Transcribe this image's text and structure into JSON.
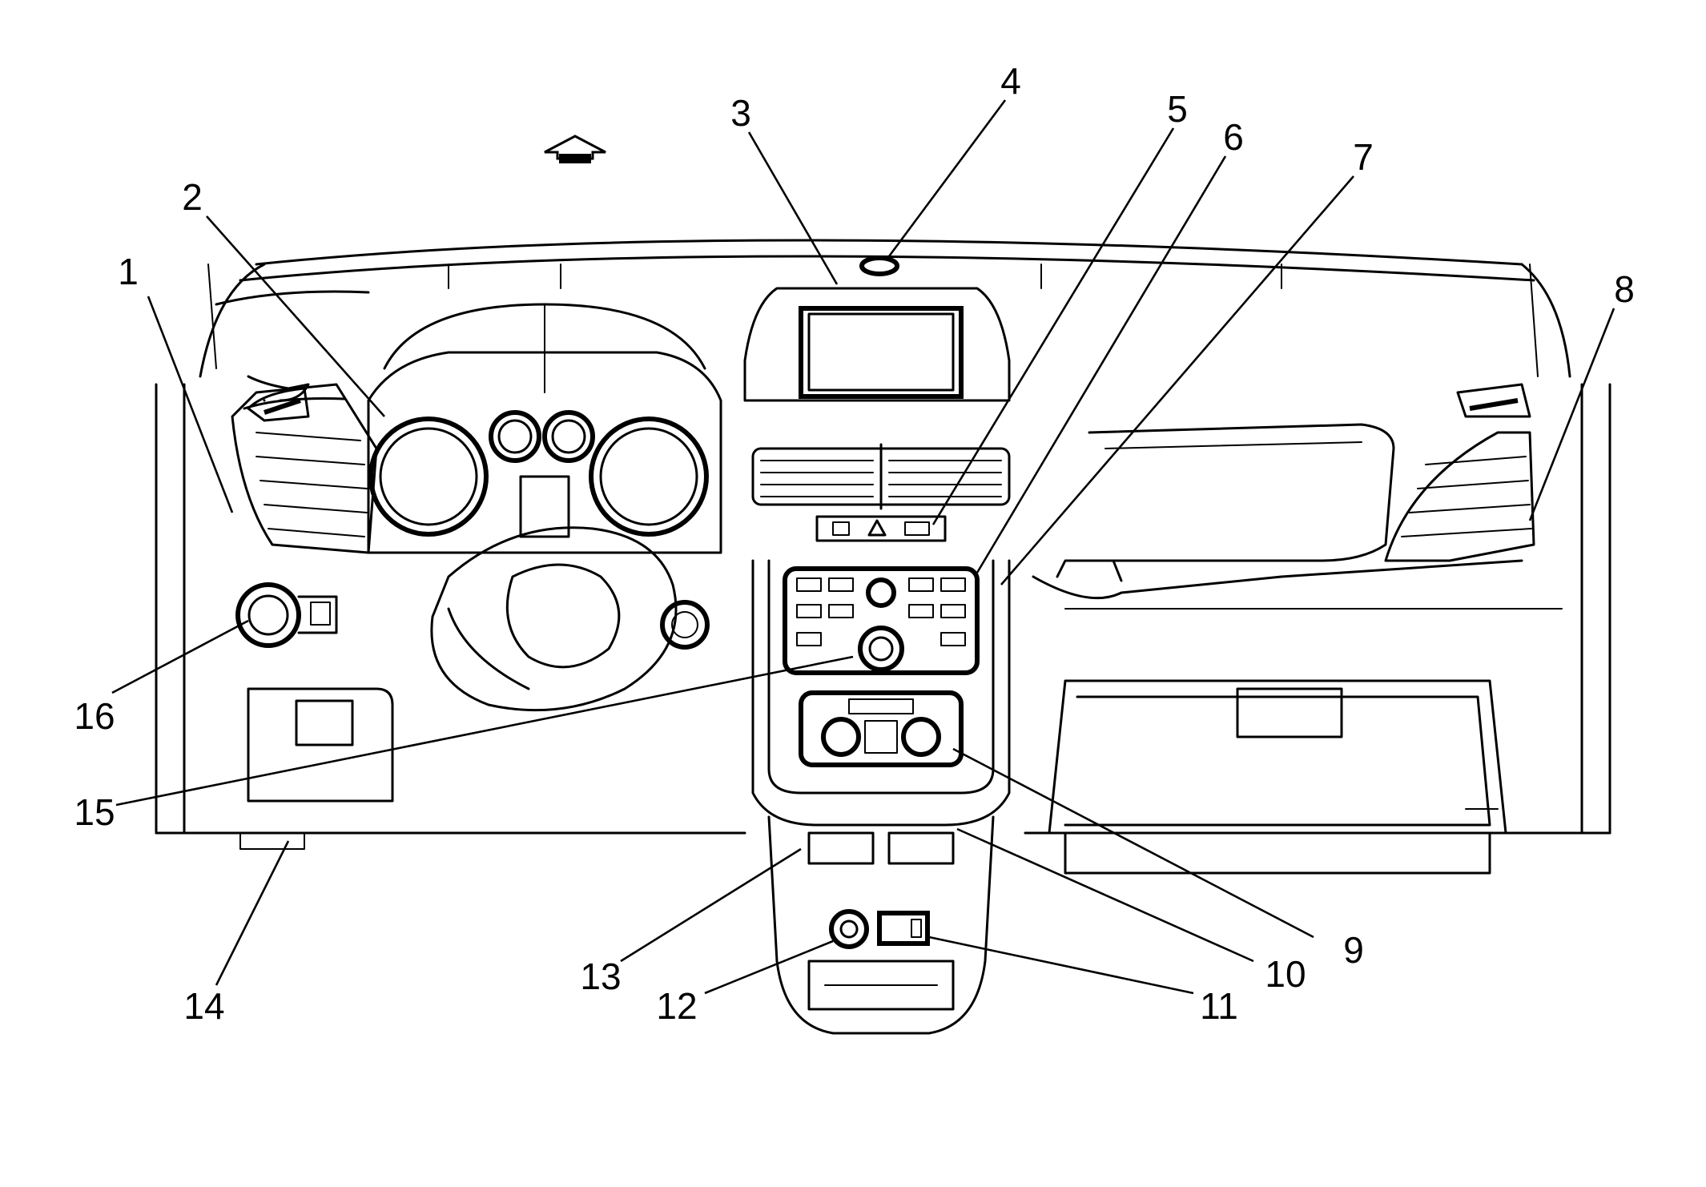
{
  "callouts": [
    {
      "number": "1"
    },
    {
      "number": "2"
    },
    {
      "number": "3"
    },
    {
      "number": "4"
    },
    {
      "number": "5"
    },
    {
      "number": "6"
    },
    {
      "number": "7"
    },
    {
      "number": "8"
    },
    {
      "number": "9"
    },
    {
      "number": "10"
    },
    {
      "number": "11"
    },
    {
      "number": "12"
    },
    {
      "number": "13"
    },
    {
      "number": "14"
    },
    {
      "number": "15"
    },
    {
      "number": "16"
    }
  ],
  "icons": {
    "orientation": "up-arrow-icon"
  }
}
